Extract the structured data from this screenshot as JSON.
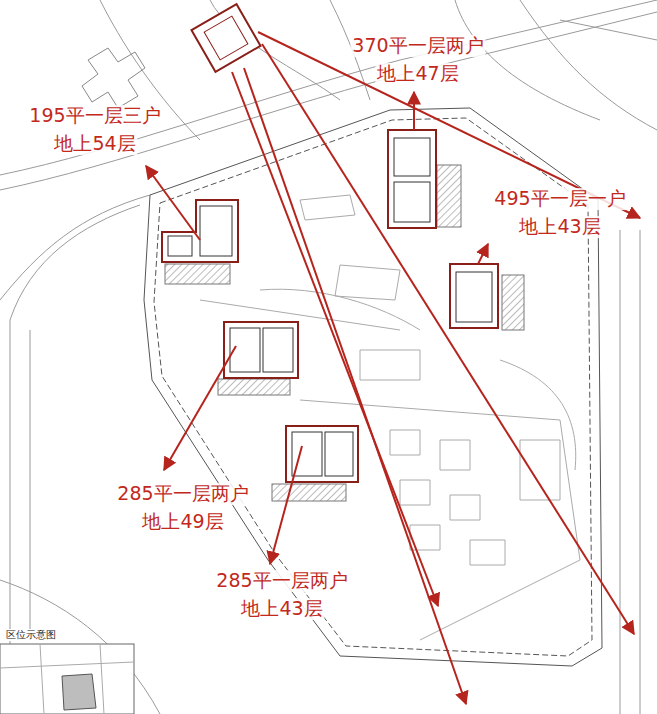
{
  "diagram": {
    "labels": [
      "370平一层两户",
      "地上47层",
      "195平一层三户",
      "地上54层",
      "495平一层一户",
      "地上43层",
      "285平一层两户",
      "地上49层",
      "285平一层两户",
      "地上43层",
      "区位示意图"
    ]
  }
}
